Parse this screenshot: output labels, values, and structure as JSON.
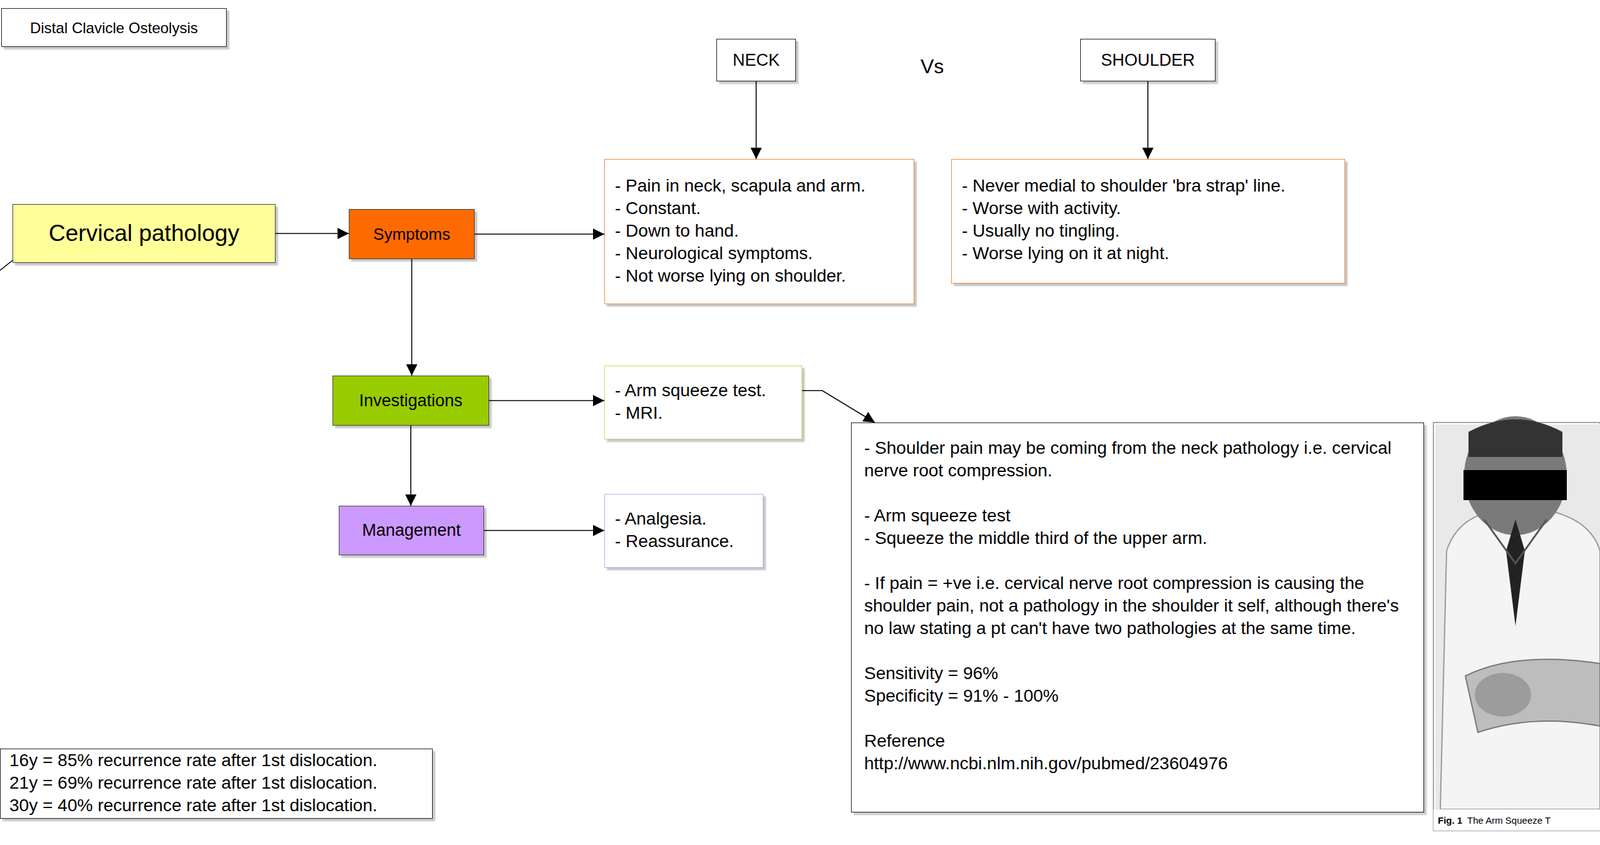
{
  "diagram": {
    "nodes": [
      {
        "text": [
          "Distal Clavicle Osteolysis"
        ]
      },
      {
        "text": [
          "NECK"
        ]
      },
      {
        "text": [
          "SHOULDER"
        ]
      },
      {
        "text": [
          "- Pain in neck, scapula and arm.",
          "- Constant.",
          "- Down to hand.",
          "- Neurological symptoms.",
          "- Not worse lying on shoulder."
        ]
      },
      {
        "text": [
          "- Never medial to shoulder 'bra strap' line.",
          "- Worse with activity.",
          "- Usually no tingling.",
          "- Worse lying on it at night."
        ]
      },
      {
        "text": [
          "Cervical pathology"
        ]
      },
      {
        "text": [
          "Symptoms"
        ]
      },
      {
        "text": [
          "Investigations"
        ]
      },
      {
        "text": [
          "- Arm squeeze test.",
          "- MRI."
        ]
      },
      {
        "text": [
          "- Shoulder pain may be coming from the neck pathology i.e. cervical nerve root compression.",
          "- Arm squeeze test",
          "- Squeeze the middle third of the upper arm.",
          "- If pain = +ve i.e. cervical nerve root compression is causing the shoulder pain, not a pathology in the shoulder it self, although there's no law stating a pt can't have two pathologies at the same time.",
          "Sensitivity = 96%",
          "Specificity = 91% - 100%",
          "Reference",
          "http://www.ncbi.nlm.nih.gov/pubmed/23604976"
        ]
      },
      {
        "text": [
          "Management"
        ]
      },
      {
        "text": [
          "- Analgesia.",
          "- Reassurance."
        ]
      },
      {
        "text": [
          "16y = 85% recurrence rate after 1st dislocation.",
          "21y = 69% recurrence rate after 1st dislocation.",
          "30y = 40% recurrence rate after 1st dislocation."
        ]
      }
    ],
    "edges": [
      {
        "from": 1,
        "to": 3,
        "arrow": "to"
      },
      {
        "from": 2,
        "to": 4,
        "arrow": "to"
      },
      {
        "from": 5,
        "to": 6,
        "arrow": "to"
      },
      {
        "from": 6,
        "to": 3,
        "arrow": "to"
      },
      {
        "from": 6,
        "to": 7,
        "arrow": "to"
      },
      {
        "from": 7,
        "to": 10,
        "arrow": "to"
      },
      {
        "from": 7,
        "to": 8,
        "arrow": "to"
      },
      {
        "from": 10,
        "to": 11,
        "arrow": "to"
      },
      {
        "from": 8,
        "to": 9,
        "arrow": "to"
      }
    ],
    "labels": [
      "Vs",
      "Fig. 1",
      "The Arm Squeeze T"
    ]
  }
}
